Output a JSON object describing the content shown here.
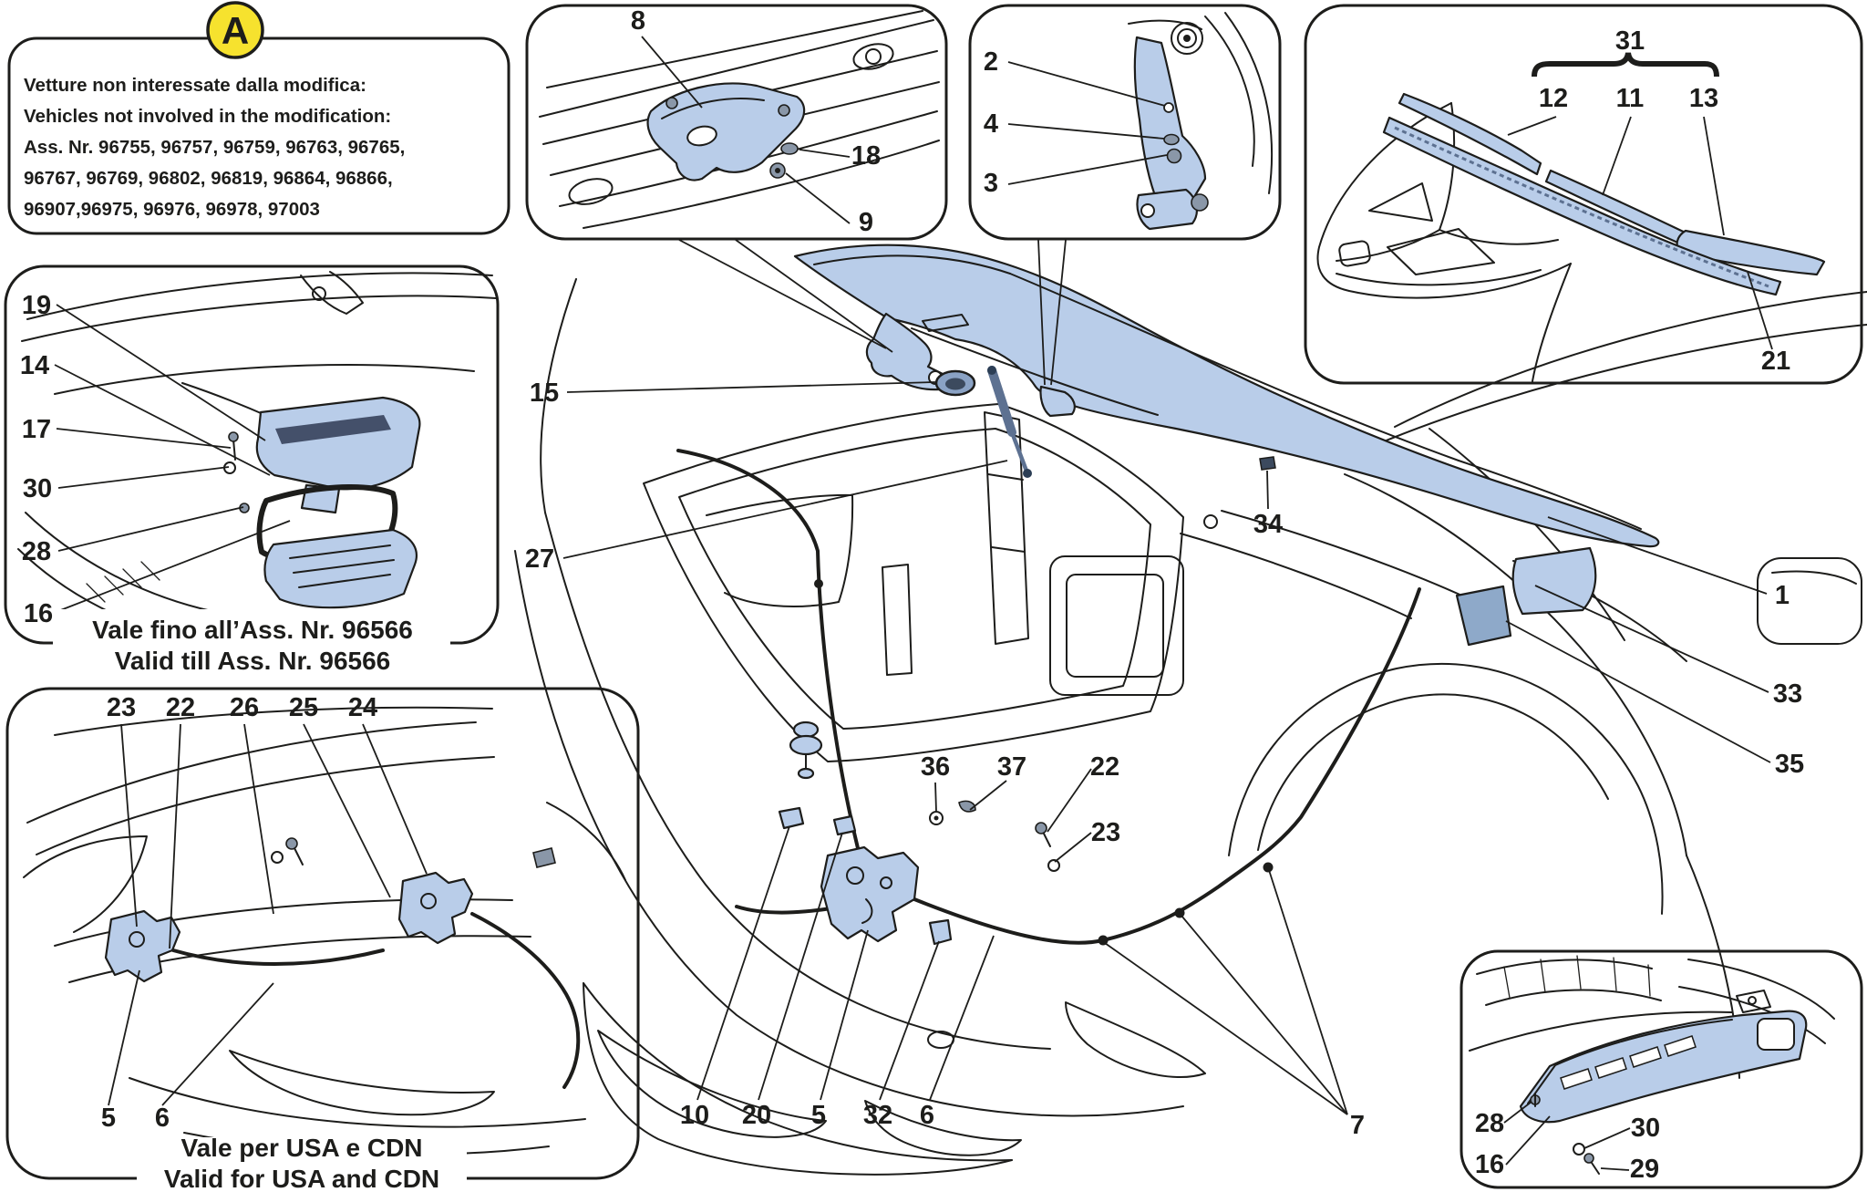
{
  "note_a": {
    "badge": "A",
    "lines": [
      "Vetture non interessate dalla modifica:",
      "Vehicles not involved in the modification:",
      "Ass. Nr. 96755, 96757, 96759, 96763, 96765,",
      "96767, 96769, 96802, 96819, 96864, 96866,",
      "96907,96975, 96976, 96978, 97003"
    ]
  },
  "captions": {
    "valid_till_line1": "Vale fino all’Ass. Nr. 96566",
    "valid_till_line2": "Valid till Ass. Nr. 96566",
    "usa_line1": "Vale per USA e CDN",
    "usa_line2": "Valid for USA and CDN"
  },
  "callouts": {
    "hinge_upper_inset": [
      "8",
      "18",
      "9"
    ],
    "hinge_lower_inset": [
      "2",
      "4",
      "3"
    ],
    "seals_inset": [
      "31",
      "12",
      "11",
      "13",
      "21"
    ],
    "vent_inset": [
      "19",
      "14",
      "17",
      "30",
      "28",
      "16"
    ],
    "usa_inset": [
      "23",
      "22",
      "26",
      "25",
      "24",
      "5",
      "6"
    ],
    "cowl_inset": [
      "28",
      "16",
      "30",
      "29"
    ],
    "main": [
      "15",
      "27",
      "34",
      "1",
      "33",
      "35",
      "36",
      "37",
      "22",
      "23",
      "10",
      "20",
      "5",
      "32",
      "6",
      "7"
    ]
  },
  "colors": {
    "part_blue": "#b9cde9",
    "part_blue_dark": "#8ea9c9",
    "line": "#1d1d1b",
    "badge_yellow": "#f6e22e"
  }
}
